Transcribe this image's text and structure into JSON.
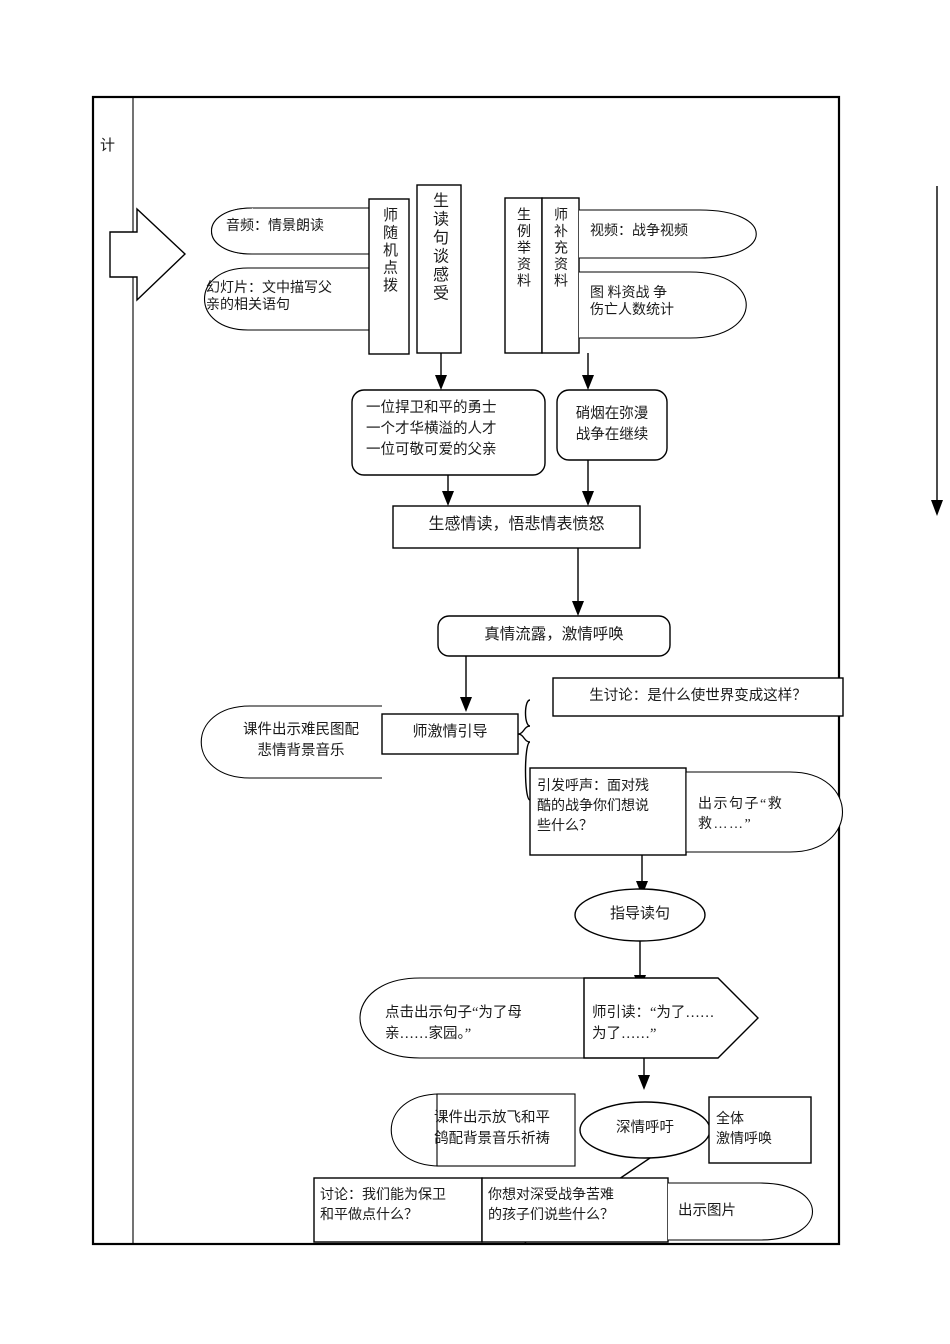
{
  "document": {
    "type": "teaching-flowchart",
    "language": "zh-CN",
    "corner_label": "计"
  },
  "nodes": {
    "audio_oval": "音频：情景朗读",
    "slide_oval": "幻灯片：文中描写父\n亲的相关语句",
    "teacher_guide_vertical": "师随机点拨",
    "student_read_vertical": "生读句谈感受",
    "student_examples_vertical": "生例举资料",
    "teacher_supplement_vertical": "师补充资料",
    "video_oval": "视频：战争视频",
    "picture_oval": "图 料资战 争\n伤亡人数统计",
    "three_lines_box": "一位捍卫和平的勇士\n一个才华横溢的人才\n一位可敬可爱的父亲",
    "smoke_box": "硝烟在弥漫\n战争在继续",
    "emotion_read_box": "生感情读，悟悲情表愤怒",
    "true_feeling_box": "真情流露，激情呼唤",
    "refugee_oval": "课件出示难民图配\n悲情背景音乐",
    "teacher_passion_box": "师激情引导",
    "discussion_box": "生讨论：是什么使世界变成这样？",
    "call_out_box": "引发呼声：面对残\n酷的战争你们想说\n些什么？",
    "show_sentence_oval": "出示句子“救\n救……”",
    "guide_read_ellipse": "指导读句",
    "click_show_oval": "点击出示句子“为了母\n亲……家园。”",
    "teacher_lead_arrow": "师引读：“为了……\n为了……”",
    "dove_oval": "课件出示放飞和平\n鸽配背景音乐祈祷",
    "deep_call_ellipse": "深情呼吁",
    "all_passion_box": "全体\n激情呼唤",
    "discuss_peace_box": "讨论：我们能为保卫\n和平做点什么？",
    "say_to_children_box": "你想对深受战争苦难\n的孩子们说些什么？",
    "show_picture_oval": "出示图片"
  },
  "colors": {
    "stroke": "#000000",
    "fill": "#ffffff",
    "text": "#1a1a1a",
    "background": "#ffffff"
  }
}
